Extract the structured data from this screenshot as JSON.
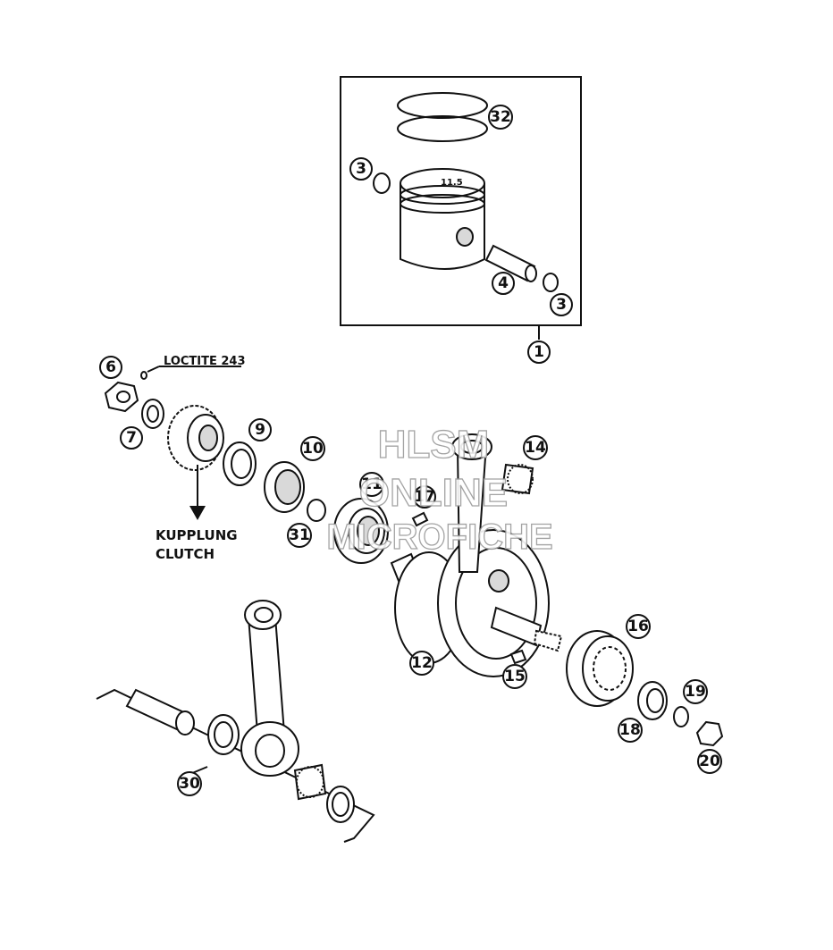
{
  "callouts": {
    "c1": "1",
    "c3a": "3",
    "c3b": "3",
    "c4": "4",
    "c32": "32",
    "c6": "6",
    "c7": "7",
    "c9": "9",
    "c10": "10",
    "c11": "11",
    "c12": "12",
    "c14": "14",
    "c15": "15",
    "c16": "16",
    "c17": "17",
    "c18": "18",
    "c19": "19",
    "c20": "20",
    "c30": "30",
    "c31": "31"
  },
  "notes": {
    "loctite": "LOCTITE 243",
    "kupplung": "KUPPLUNG",
    "clutch": "CLUTCH"
  },
  "watermark": {
    "line1": "HLSM",
    "line2": "ONLINE",
    "line3": "MICROFICHE"
  }
}
